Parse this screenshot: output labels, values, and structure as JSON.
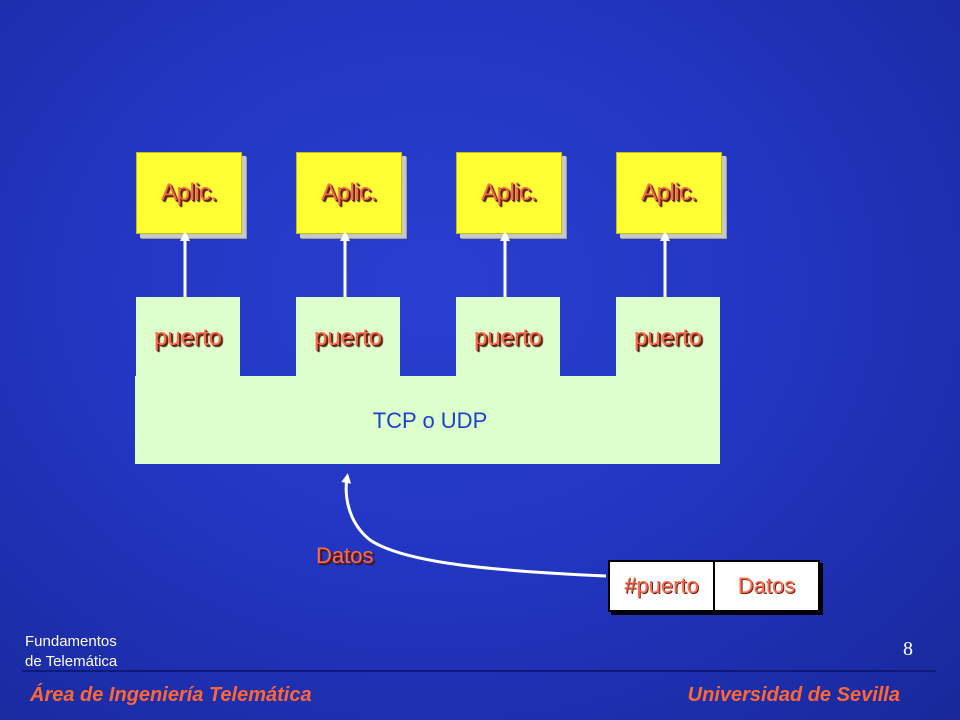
{
  "applications": [
    "Aplic.",
    "Aplic.",
    "Aplic.",
    "Aplic."
  ],
  "ports": [
    "puerto",
    "puerto",
    "puerto",
    "puerto"
  ],
  "transport_layer": "TCP o UDP",
  "incoming_label": "Datos",
  "packet": {
    "port_field": "#puerto",
    "data_field": "Datos"
  },
  "footer": {
    "course_line1": "Fundamentos",
    "course_line2": "de Telemática",
    "page_number": "8",
    "department": "Área de Ingeniería Telemática",
    "university": "Universidad de Sevilla"
  },
  "colors": {
    "background": "#2236c2",
    "application_box": "#ffff33",
    "port_box": "#ddffcc",
    "label_text": "#ff6a4d",
    "transport_text": "#1f3fd0",
    "footer_text": "#ff6633"
  }
}
